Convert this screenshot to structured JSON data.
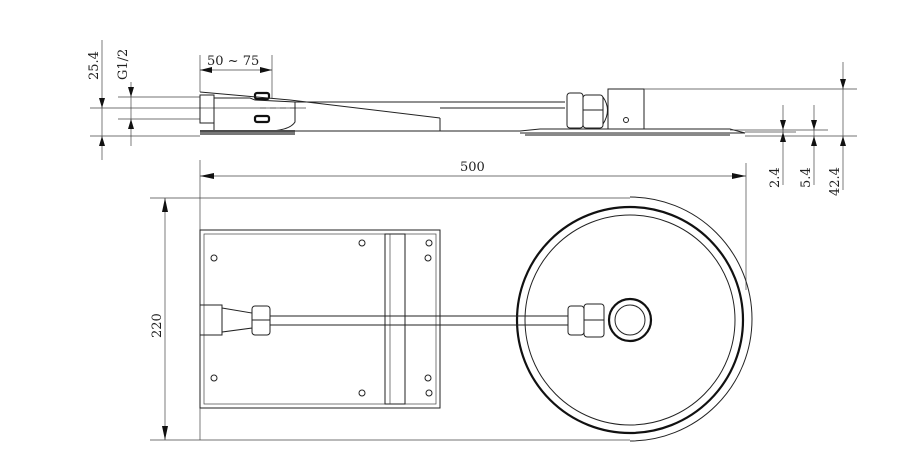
{
  "drawing": {
    "title": "Shower head technical drawing",
    "dimensions": {
      "height_fitting": "25.4",
      "thread": "G1/2",
      "arm_range": "50 ~ 75",
      "length": "500",
      "width": "220",
      "plate_thickness": "2.4",
      "plate_total": "5.4",
      "overall_height": "42.4"
    }
  }
}
